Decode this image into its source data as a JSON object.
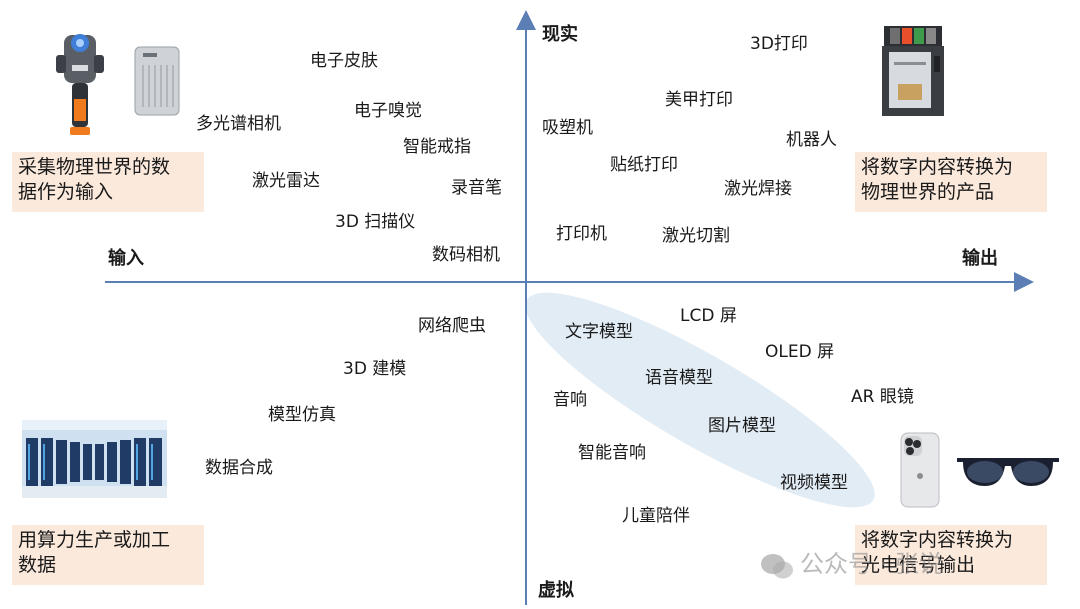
{
  "axes": {
    "top": "现实",
    "bottom": "虚拟",
    "left": "输入",
    "right": "输出"
  },
  "quadrants": {
    "top_left": {
      "box_lines": [
        "采集物理世界的数",
        "据作为输入"
      ],
      "items": [
        "电子皮肤",
        "多光谱相机",
        "电子嗅觉",
        "智能戒指",
        "激光雷达",
        "录音笔",
        "3D 扫描仪",
        "数码相机"
      ]
    },
    "top_right": {
      "box_lines": [
        "将数字内容转换为",
        "物理世界的产品"
      ],
      "items": [
        "3D打印",
        "美甲打印",
        "吸塑机",
        "机器人",
        "贴纸打印",
        "激光焊接",
        "打印机",
        "激光切割"
      ]
    },
    "bottom_left": {
      "box_lines": [
        "用算力生产或加工",
        "数据"
      ],
      "items": [
        "网络爬虫",
        "3D 建模",
        "模型仿真",
        "数据合成"
      ]
    },
    "bottom_right": {
      "box_lines": [
        "将数字内容转换为",
        "光电信号输出"
      ],
      "items": [
        "LCD 屏",
        "文字模型",
        "OLED 屏",
        "语音模型",
        "音响",
        "AR 眼镜",
        "图片模型",
        "智能音响",
        "视频模型",
        "儿童陪伴"
      ]
    }
  },
  "watermark": "公众号 · 张说",
  "colors": {
    "axis": "#5b7fb5",
    "box_fill": "#fbe9dc",
    "ellipse_fill": "#dde9f3"
  },
  "icons": [
    "3d-scanner-icon",
    "sensor-device-icon",
    "3d-printer-icon",
    "server-room-icon",
    "smartphone-icon",
    "smart-glasses-icon",
    "wechat-icon"
  ]
}
